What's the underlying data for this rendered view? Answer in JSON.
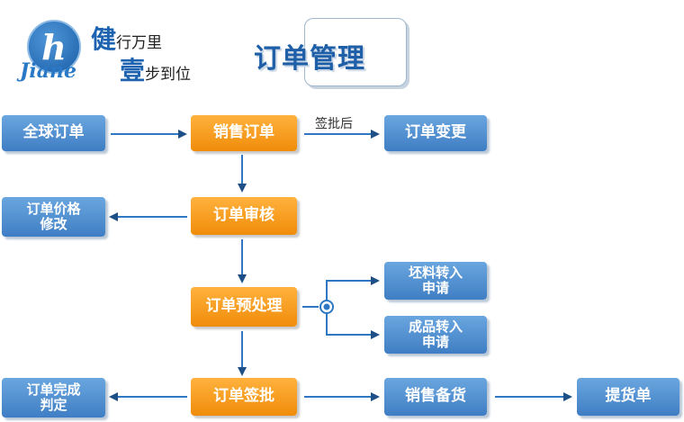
{
  "logo": {
    "brand": "Jiane"
  },
  "slogan": {
    "line1_big": "健",
    "line1_rest": "行万里",
    "line2_big": "壹",
    "line2_rest": "步到位"
  },
  "title": "订单管理",
  "nodes": {
    "global_order": "全球订单",
    "sales_order": "销售订单",
    "order_change": "订单变更",
    "price_modify": "订单价格\n修改",
    "order_review": "订单审核",
    "order_preprocess": "订单预处理",
    "blank_transfer": "坯料转入\n申请",
    "finished_transfer": "成品转入\n申请",
    "order_complete": "订单完成\n判定",
    "order_sign": "订单签批",
    "sales_stock": "销售备货",
    "delivery_note": "提货单"
  },
  "edge_labels": {
    "after_sign": "签批后"
  },
  "colors": {
    "primary": "#3f7ec4",
    "accent": "#f08c0a",
    "arrow": "#1e4f86",
    "connector": "#2e77c2"
  }
}
